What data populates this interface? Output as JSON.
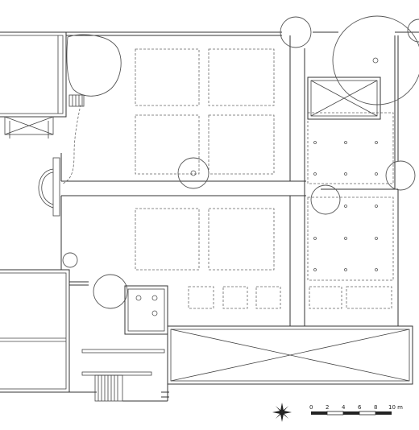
{
  "scale_bar": {
    "ticks": [
      "0",
      "2",
      "4",
      "6",
      "8",
      "10 m"
    ]
  },
  "north_arrow": {
    "icon": "compass-rose-icon"
  },
  "colors": {
    "line": "#333333",
    "background": "#ffffff"
  }
}
